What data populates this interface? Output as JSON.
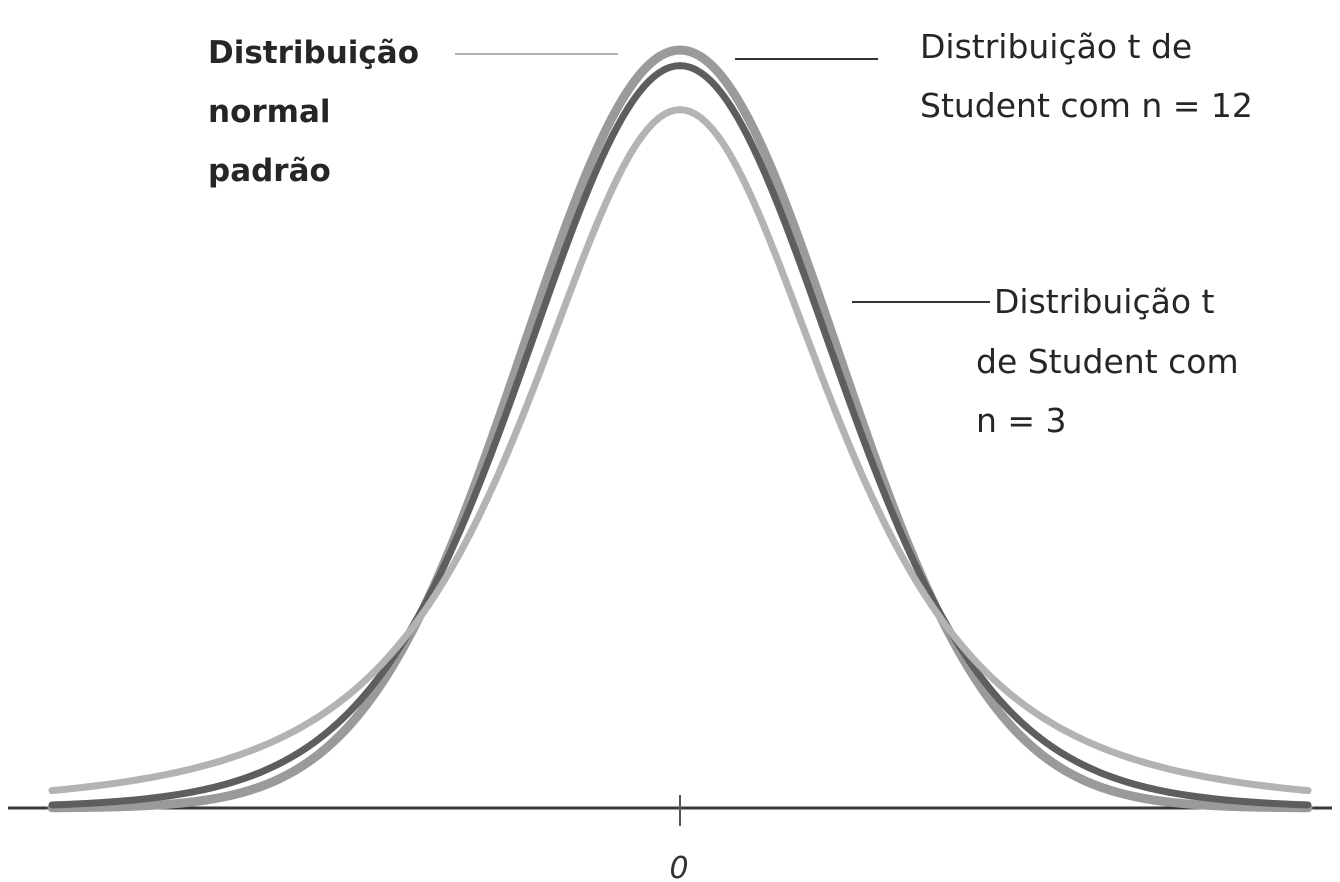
{
  "chart_data": {
    "type": "line",
    "x_tick_labels": [
      "0"
    ],
    "xlim": [
      -4,
      4
    ],
    "ylim": [
      0,
      0.4
    ],
    "grid": false,
    "series": [
      {
        "name_lines": [
          "Distribuição",
          "normal",
          "padrão"
        ],
        "df": null,
        "x": [
          -4,
          -3,
          -2,
          -1,
          0,
          1,
          2,
          3,
          4
        ],
        "y": [
          0.0001,
          0.0044,
          0.054,
          0.242,
          0.399,
          0.242,
          0.054,
          0.0044,
          0.0001
        ],
        "color": "#9a9a9a"
      },
      {
        "name_lines": [
          "Distribuição t de",
          "Student com n = 12"
        ],
        "df": 12,
        "x": [
          -4,
          -3,
          -2,
          -1,
          0,
          1,
          2,
          3,
          4
        ],
        "y": [
          0.0015,
          0.0098,
          0.0597,
          0.2345,
          0.3907,
          0.2345,
          0.0597,
          0.0098,
          0.0015
        ],
        "color": "#5e5e5e"
      },
      {
        "name_lines": [
          "Distribuição t",
          "de Student com",
          "n = 3"
        ],
        "df": 3,
        "x": [
          -4,
          -3,
          -2,
          -1,
          0,
          1,
          2,
          3,
          4
        ],
        "y": [
          0.0092,
          0.023,
          0.0675,
          0.2067,
          0.3676,
          0.2067,
          0.0675,
          0.023,
          0.0092
        ],
        "color": "#b3b3b3"
      }
    ]
  }
}
